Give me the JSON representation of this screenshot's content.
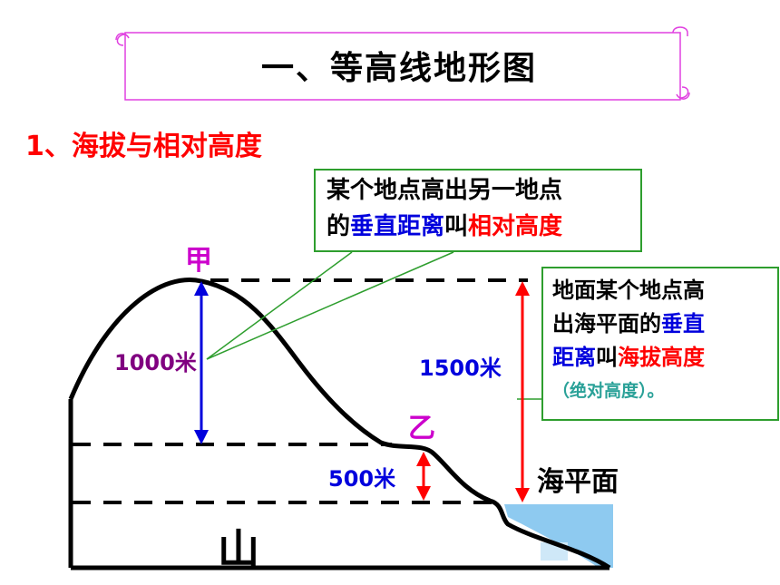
{
  "banner": {
    "title": "一、等高线地形图"
  },
  "subtitle": "1、海拔与相对高度",
  "callout_relative": {
    "line1": "某个地点高出另一地点",
    "line2_a": "的",
    "line2_b": "垂直距离",
    "line2_c": "叫",
    "line2_d": "相对高度"
  },
  "callout_altitude": {
    "line1": "地面某个地点高",
    "line2_a": "出海平面的",
    "line2_b": "垂直",
    "line3_a": "距离",
    "line3_b": "叫",
    "line3_c": "海拔高度",
    "line4": "（绝对高度）。"
  },
  "labels": {
    "point_jia": "甲",
    "point_yi": "乙",
    "height_1000": "1000米",
    "height_1500": "1500米",
    "height_500": "500米",
    "sea_level": "海平面",
    "mountain": "山"
  },
  "colors": {
    "green_border": "#2e9e2e",
    "arrow_red": "#ff0000",
    "arrow_blue": "#0000dd",
    "sea": "#8ecaf0"
  }
}
